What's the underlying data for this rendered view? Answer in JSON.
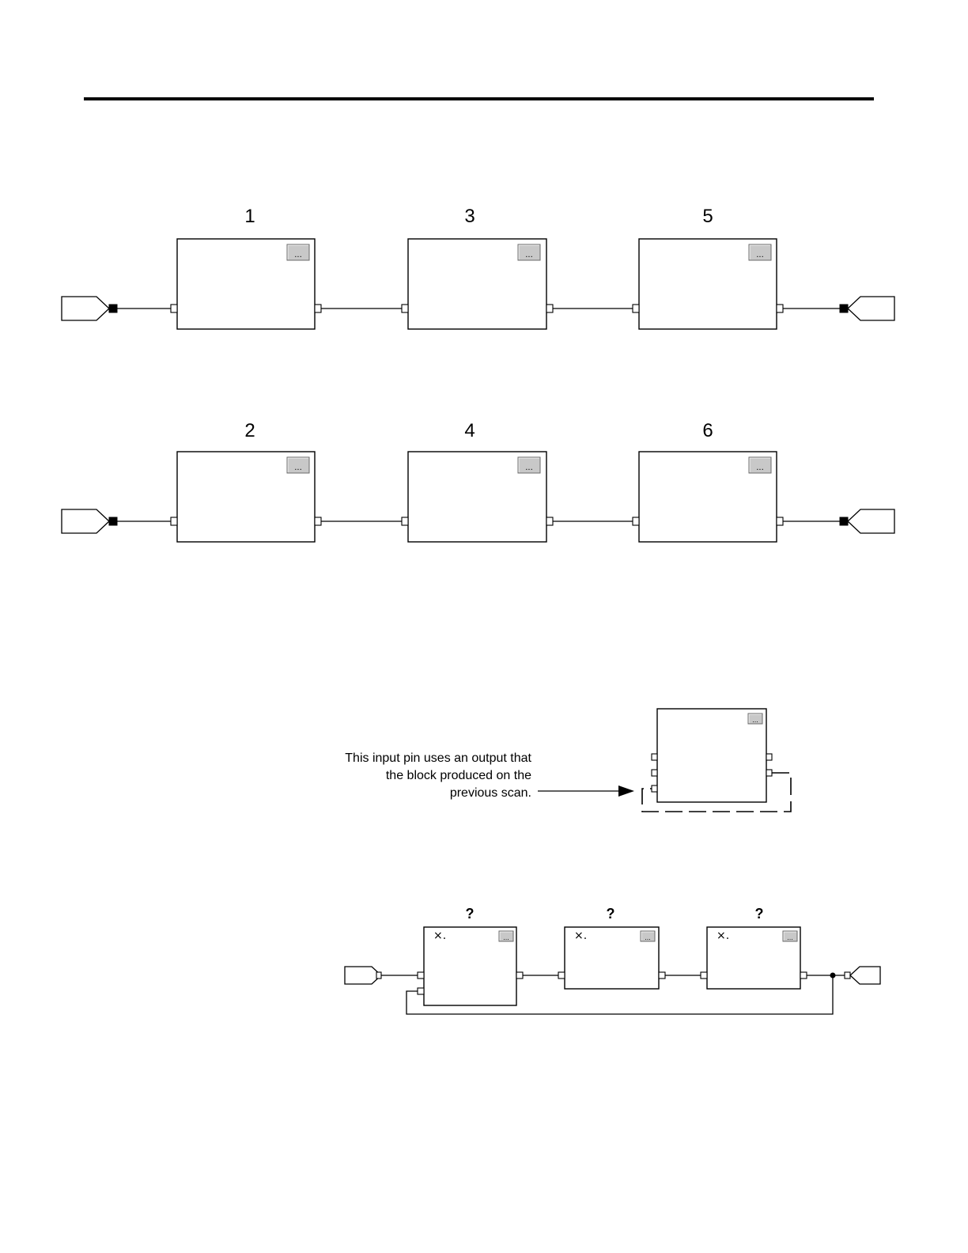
{
  "top_row_labels": [
    "1",
    "3",
    "5"
  ],
  "bottom_row_labels": [
    "2",
    "4",
    "6"
  ],
  "button_glyph": "...",
  "callout": {
    "line1": "This input pin uses an output that",
    "line2": "the block produced on the",
    "line3": "previous scan."
  },
  "loop_labels": [
    "?",
    "?",
    "?"
  ],
  "loop_block_marker": "×."
}
